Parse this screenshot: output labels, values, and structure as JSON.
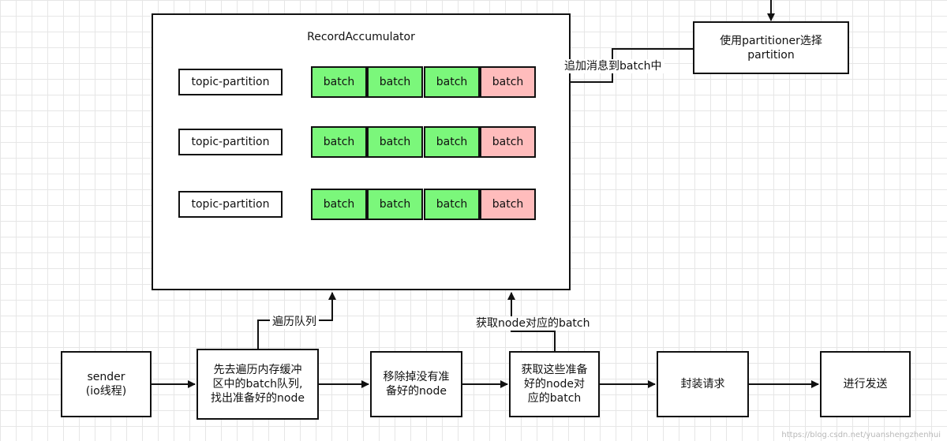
{
  "accumulator": {
    "title": "RecordAccumulator",
    "rows": [
      {
        "partition": "topic-partition",
        "batches": [
          "batch",
          "batch",
          "batch",
          "batch"
        ]
      },
      {
        "partition": "topic-partition",
        "batches": [
          "batch",
          "batch",
          "batch",
          "batch"
        ]
      },
      {
        "partition": "topic-partition",
        "batches": [
          "batch",
          "batch",
          "batch",
          "batch"
        ]
      }
    ]
  },
  "partitioner": {
    "text": "使用partitioner选择\npartition"
  },
  "append_label": "追加消息到batch中",
  "traverse_label": "遍历队列",
  "fetch_label": "获取node对应的batch",
  "flow": {
    "sender": "sender\n(io线程)",
    "step1": "先去遍历内存缓冲\n区中的batch队列,\n找出准备好的node",
    "step2": "移除掉没有准\n备好的node",
    "step3": "获取这些准备\n好的node对\n应的batch",
    "step4": "封装请求",
    "step5": "进行发送"
  },
  "colors": {
    "batch_ready": "#7bf77b",
    "batch_pending": "#ffbcbc",
    "grid": "#e6e6e6"
  },
  "watermark": "https://blog.csdn.net/yuanshengzhenhui"
}
